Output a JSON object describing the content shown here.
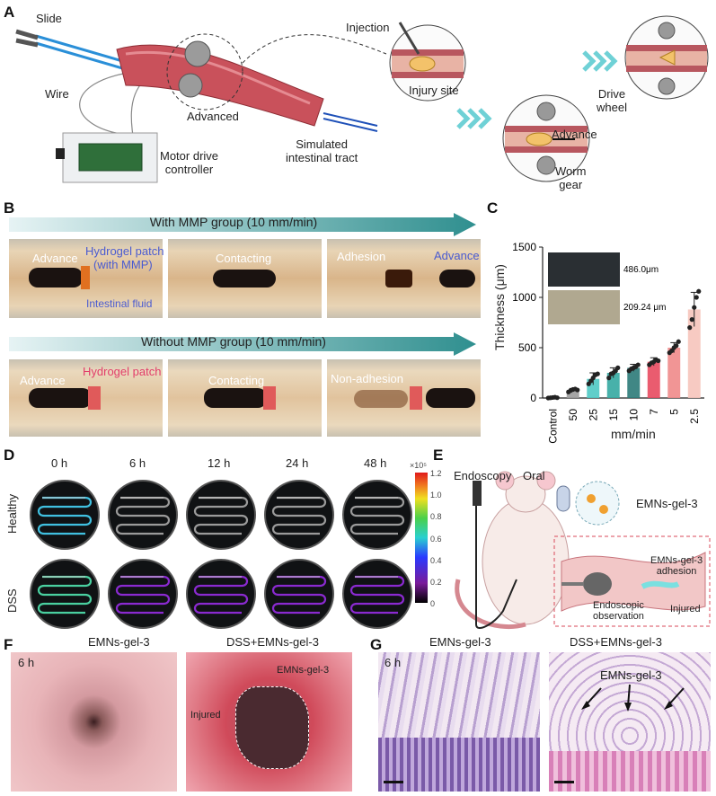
{
  "panels": [
    "A",
    "B",
    "C",
    "D",
    "E",
    "F",
    "G"
  ],
  "panel_a": {
    "labels": {
      "slide": "Slide",
      "wire": "Wire",
      "advanced": "Advanced",
      "motor": "Motor drive\ncontroller",
      "injection": "Injection",
      "injury_site": "Injury site",
      "simulated": "Simulated\nintestinal tract",
      "drive_wheel": "Drive\nwheel",
      "advance": "Advance",
      "worm_gear": "Worm\ngear"
    }
  },
  "panel_b": {
    "with_title": "With MMP group (10 mm/min)",
    "without_title": "Without MMP group (10 mm/min)",
    "with_frames": [
      {
        "label": "Advance",
        "extra1": "Hydrogel patch",
        "extra2": "(with MMP)",
        "extra3": "Intestinal fluid"
      },
      {
        "label": "Contacting"
      },
      {
        "label": "Adhesion",
        "extra1": "Advance"
      }
    ],
    "without_frames": [
      {
        "label": "Advance",
        "extra1": "Hydrogel patch"
      },
      {
        "label": "Contacting"
      },
      {
        "label": "Non-adhesion"
      }
    ]
  },
  "chart_data": {
    "type": "bar",
    "categories": [
      "Control",
      "50",
      "25",
      "15",
      "10",
      "7",
      "5",
      "2.5"
    ],
    "values": [
      5,
      80,
      190,
      250,
      300,
      360,
      500,
      880
    ],
    "errors": [
      5,
      15,
      60,
      50,
      35,
      40,
      50,
      170
    ],
    "points": [
      [
        0,
        2,
        5,
        8,
        3
      ],
      [
        60,
        75,
        85,
        90,
        80
      ],
      [
        140,
        170,
        200,
        230,
        240
      ],
      [
        200,
        240,
        250,
        270,
        300
      ],
      [
        270,
        290,
        300,
        310,
        330
      ],
      [
        330,
        350,
        360,
        380,
        370
      ],
      [
        450,
        470,
        500,
        520,
        560
      ],
      [
        700,
        780,
        900,
        1000,
        1060
      ]
    ],
    "colors": [
      "#555555",
      "#9b9b9b",
      "#4fc9c4",
      "#34a9a1",
      "#2b7a78",
      "#e84a5f",
      "#f08a8a",
      "#f6c4bb"
    ],
    "xlabel": "mm/min",
    "ylabel": "Thickness (μm)",
    "yticks": [
      0,
      500,
      1000,
      1500
    ],
    "ylim": [
      0,
      1500
    ],
    "inset_labels": [
      "486.0μm",
      "209.24 μm"
    ]
  },
  "panel_d": {
    "times": [
      "0 h",
      "6 h",
      "12 h",
      "24 h",
      "48 h"
    ],
    "rows": [
      "Healthy",
      "DSS"
    ],
    "colorbar_unit": "×10⁵",
    "colorbar_ticks": [
      "1.2",
      "1.0",
      "0.8",
      "0.6",
      "0.4",
      "0.2",
      "0"
    ]
  },
  "panel_e": {
    "endoscopy": "Endoscopy",
    "oral": "Oral",
    "emns": "EMNs-gel-3",
    "adhesion": "EMNs-gel-3\nadhesion",
    "endoscopic_obs": "Endoscopic\nobservation",
    "injured": "Injured"
  },
  "panel_f": {
    "left_title": "EMNs-gel-3",
    "right_title": "DSS+EMNs-gel-3",
    "time": "6 h",
    "emns_label": "EMNs-gel-3",
    "injured_label": "Injured"
  },
  "panel_g": {
    "left_title": "EMNs-gel-3",
    "right_title": "DSS+EMNs-gel-3",
    "time": "6 h",
    "emns_label": "EMNs-gel-3"
  }
}
